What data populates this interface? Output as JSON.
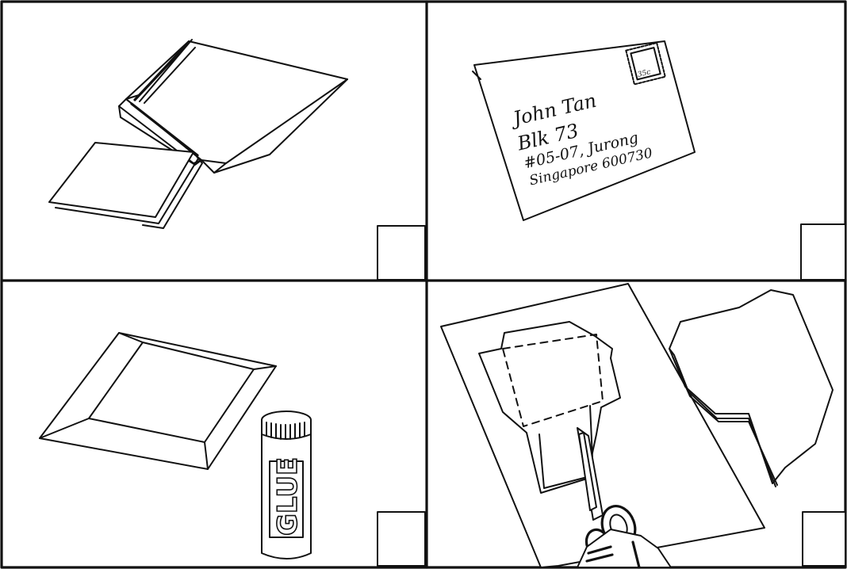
{
  "panels": [
    {
      "id": "panel-1",
      "content": "folded-paper-and-envelope"
    },
    {
      "id": "panel-2",
      "content": "addressed-envelope",
      "address_lines": [
        "John Tan",
        "Blk 73",
        "#05-07, Jurong",
        "Singapore 600730"
      ],
      "stamp_text": "35c"
    },
    {
      "id": "panel-3",
      "content": "envelope-and-glue-stick",
      "glue_label": "GLUE"
    },
    {
      "id": "panel-4",
      "content": "cutting-envelope-template-with-scissors"
    }
  ],
  "colors": {
    "ink": "#111111",
    "paper": "#ffffff"
  }
}
